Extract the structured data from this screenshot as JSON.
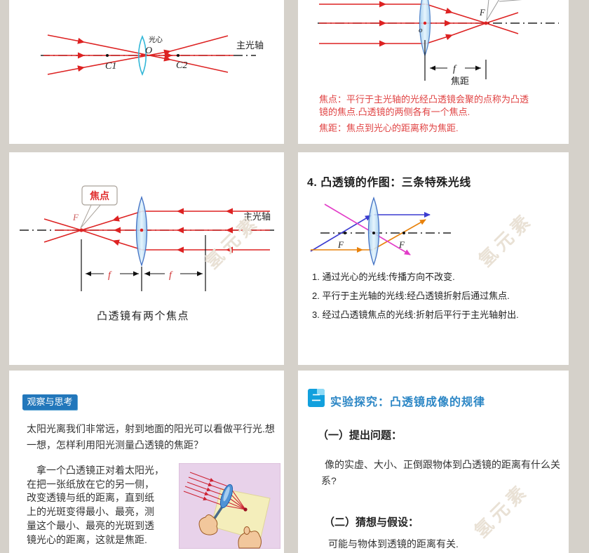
{
  "watermark": {
    "text": "氢元素"
  },
  "colors": {
    "background_gray": "#d5d1ca",
    "ray_red": "#dd2222",
    "red_text": "#e04343",
    "lens_fill_blue": "#bfe0f6",
    "lens_stroke_blue": "#4472c4",
    "lens_outline_cyan": "#35b8d8",
    "title_blue": "#2b86c5",
    "badge_blue": "#2277bb",
    "blue_ray": "#3b3bd0",
    "orange_ray": "#e8820c",
    "magenta_ray": "#e23cc8"
  },
  "slide1": {
    "labels": {
      "optical_center": "光心",
      "o": "O",
      "c1": "C1",
      "c2": "C2",
      "axis": "主光轴"
    }
  },
  "slide2": {
    "labels": {
      "o": "o",
      "f_point": "F",
      "f": "f",
      "focal_length": "焦距"
    },
    "text": {
      "line1": "焦点：平行于主光轴的光经凸透镜会聚的点称为凸透",
      "line2": "镜的焦点.凸透镜的两侧各有一个焦点.",
      "line3": "焦距：焦点到光心的距离称为焦距."
    }
  },
  "slide3": {
    "labels": {
      "callout": "焦点",
      "f_point": "F",
      "axis": "主光轴",
      "f1": "f",
      "f2": "f"
    },
    "caption": "凸透镜有两个焦点"
  },
  "slide4": {
    "title": "4. 凸透镜的作图：三条特殊光线",
    "labels": {
      "f_left": "F",
      "f_right": "F"
    },
    "rules": [
      "1. 通过光心的光线:传播方向不改变.",
      "2. 平行于主光轴的光线:经凸透镜折射后通过焦点.",
      "3. 经过凸透镜焦点的光线:折射后平行于主光轴射出."
    ]
  },
  "slide5": {
    "badge": "观察与思考",
    "para1": {
      "line1": "太阳光离我们非常远，射到地面的阳光可以看做平行光.想",
      "line2": "一想，怎样利用阳光测量凸透镜的焦距？"
    },
    "para2": {
      "line1": "拿一个凸透镜正对着太阳光，",
      "line2": "在把一张纸放在它的另一侧，",
      "line3": "改变透镜与纸的距离，直到纸",
      "line4": "上的光斑变得最小、最亮，测",
      "line5": "量这个最小、最亮的光斑到透",
      "line6": "镜光心的距离，这就是焦距."
    }
  },
  "slide6": {
    "icon_label": "二",
    "title": "实验探究：凸透镜成像的规律",
    "q_heading": "（一）提出问题：",
    "q_line1": "像的实虚、大小、正倒跟物体到凸透镜的距离有什么关",
    "q_line2": "系?",
    "h_heading": "（二）猜想与假设：",
    "h_line": "可能与物体到透镜的距离有关."
  }
}
